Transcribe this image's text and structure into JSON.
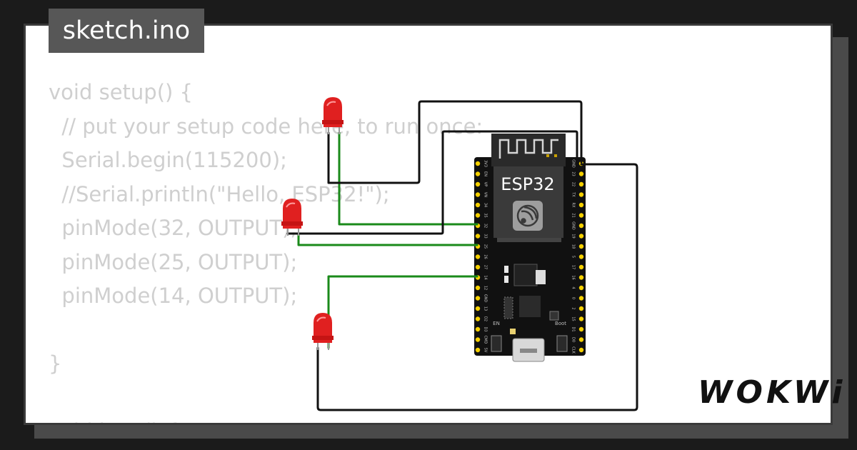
{
  "title": "sketch.ino",
  "brand": "WOKWi",
  "code_lines": [
    "void setup() {",
    "  // put your setup code here, to run once:",
    "  Serial.begin(115200);",
    "  //Serial.println(\"Hello, ESP32!\");",
    "  pinMode(32, OUTPUT);",
    "  pinMode(25, OUTPUT);",
    "  pinMode(14, OUTPUT);",
    "",
    "}",
    "",
    "void loop() {"
  ],
  "board": {
    "name": "ESP32",
    "labels": {
      "en": "EN",
      "boot": "Boot"
    },
    "left_pins": [
      "3V3",
      "EN",
      "VP",
      "VN",
      "34",
      "35",
      "32",
      "33",
      "25",
      "26",
      "27",
      "14",
      "12",
      "GND",
      "13",
      "D2",
      "D3",
      "CMD",
      "5V"
    ],
    "right_pins": [
      "GND",
      "23",
      "22",
      "TX",
      "RX",
      "21",
      "GND",
      "19",
      "18",
      "5",
      "17",
      "16",
      "4",
      "0",
      "2",
      "15",
      "D1",
      "D0",
      "CLK"
    ]
  },
  "colors": {
    "wire_signal": "#1a8a1a",
    "wire_ground": "#111111",
    "led": "#e02020",
    "board": "#111111",
    "pin": "#f5d000",
    "code_text": "#cfcfcf",
    "tab_bg": "#575757"
  },
  "leds": [
    "led-top",
    "led-middle",
    "led-bottom"
  ]
}
